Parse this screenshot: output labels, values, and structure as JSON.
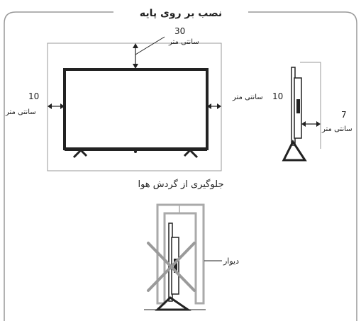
{
  "title": "نصب بر روی پایه",
  "front_view": {
    "top_clearance": "30",
    "top_unit": "سانتی متر",
    "left_clearance": "10",
    "left_unit": "سانتی متر",
    "right_clearance": "10",
    "right_unit": "سانتی متر"
  },
  "side_view": {
    "rear_clearance": "7",
    "rear_unit": "سانتی متر"
  },
  "warning": {
    "caption": "جلوگیری از گردش هوا",
    "wall_label": "دیوار"
  },
  "colors": {
    "line": "#222222",
    "frame": "#999999",
    "wall": "#aaaaaa",
    "cross": "#9a9a9a",
    "screen": "#ffffff"
  },
  "icons": {
    "blocked": "x-mark-icon"
  }
}
